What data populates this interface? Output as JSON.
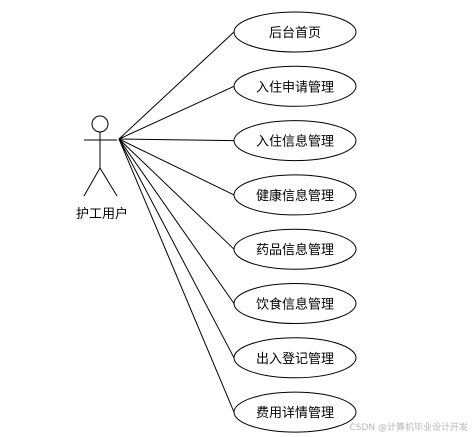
{
  "actor": {
    "label": "护工用户"
  },
  "use_cases": [
    {
      "id": "home",
      "label": "后台首页"
    },
    {
      "id": "checkin-apply",
      "label": "入住申请管理"
    },
    {
      "id": "checkin-info",
      "label": "入住信息管理"
    },
    {
      "id": "health-info",
      "label": "健康信息管理"
    },
    {
      "id": "medicine-info",
      "label": "药品信息管理"
    },
    {
      "id": "diet-info",
      "label": "饮食信息管理"
    },
    {
      "id": "exit-register",
      "label": "出入登记管理"
    },
    {
      "id": "fee-details",
      "label": "费用详情管理"
    }
  ],
  "watermark": "CSDN @计算机毕业设计开发",
  "colors": {
    "stroke": "#000000",
    "background": "#ffffff",
    "watermark": "#b8b8b8"
  }
}
